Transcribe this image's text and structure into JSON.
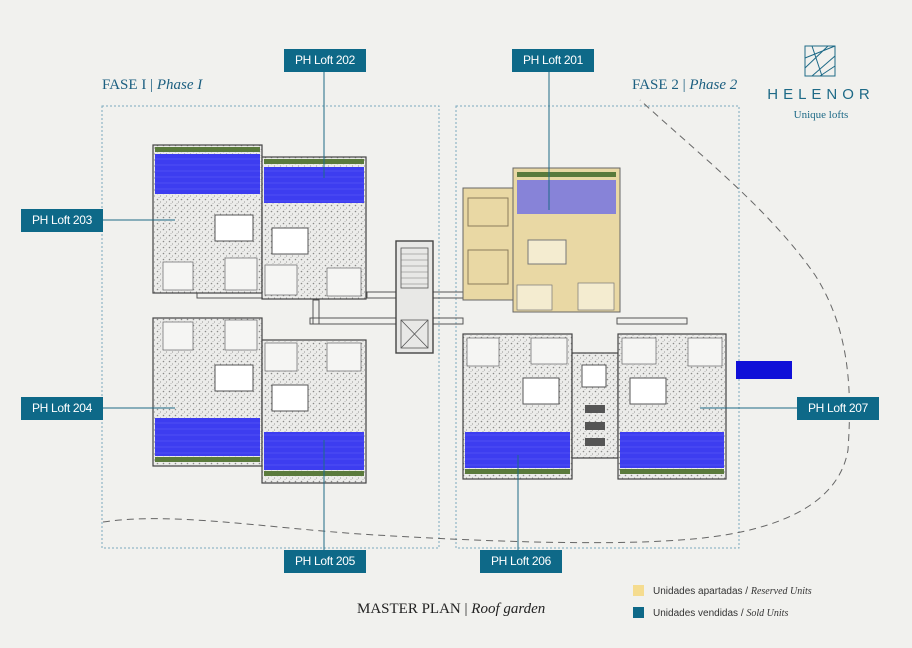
{
  "phases": {
    "phase1": {
      "label": "FASE I",
      "italic": "Phase I"
    },
    "phase2": {
      "label": "FASE 2",
      "italic": "Phase 2"
    }
  },
  "units": {
    "u201": "PH Loft 201",
    "u202": "PH Loft 202",
    "u203": "PH Loft 203",
    "u204": "PH Loft 204",
    "u205": "PH Loft 205",
    "u206": "PH Loft 206",
    "u207": "PH Loft 207"
  },
  "brand": {
    "name": "HELENOR",
    "tagline": "Unique lofts"
  },
  "plan_title": {
    "main": "MASTER PLAN",
    "italic": "Roof  garden"
  },
  "legend": {
    "reserved": {
      "es": "Unidades apartadas /",
      "en": "Reserved Units",
      "color": "#f5dc8f"
    },
    "sold": {
      "es": "Unidades vendidas /",
      "en": "Sold Units",
      "color": "#0e6988"
    }
  },
  "colors": {
    "accent": "#0e6988",
    "pool": "#3d3df0",
    "garden": "#5a7a3c",
    "reserved_fill": "#e9d8a4"
  }
}
